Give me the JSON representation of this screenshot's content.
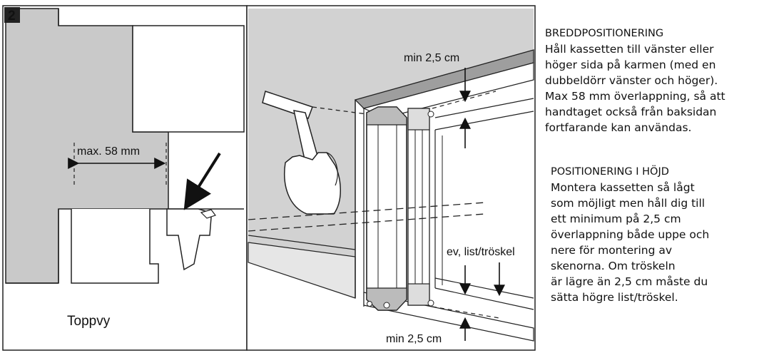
{
  "step_number": "2",
  "left_panel": {
    "dimension_label": "max. 58 mm",
    "caption": "Toppvy"
  },
  "middle_panel": {
    "top_gap_label": "min 2,5 cm",
    "bottom_gap_label": "min 2,5 cm",
    "threshold_label": "ev, list/tröskel"
  },
  "instructions": {
    "width": {
      "heading": "BREDDPOSITIONERING",
      "lines": [
        "Håll kassetten till vänster eller",
        "höger sida på karmen (med en",
        "dubbeldörr vänster och höger).",
        "Max 58 mm överlappning, så att",
        "handtaget också från baksidan",
        "fortfarande kan användas."
      ]
    },
    "height": {
      "heading": "POSITIONERING I HÖJD",
      "lines": [
        "Montera kassetten så lågt",
        "som möjligt men håll dig till",
        "ett minimum på 2,5 cm",
        "överlappning både uppe och",
        "nere för montering av",
        "skenorna. Om tröskeln",
        "är lägre än 2,5 cm måste du",
        "sätta högre list/tröskel."
      ]
    }
  }
}
